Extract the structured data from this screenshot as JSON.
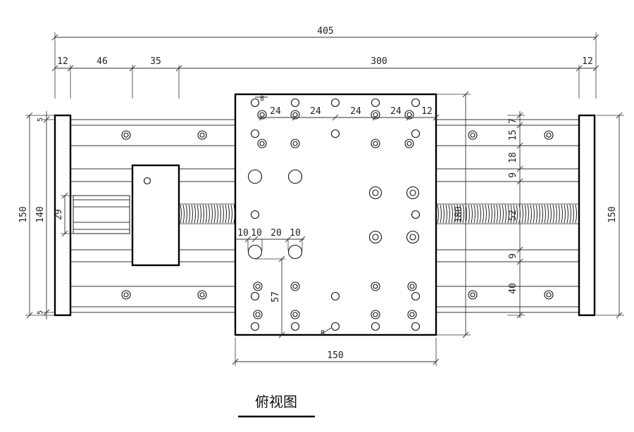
{
  "dimensions": {
    "overall_length": "405",
    "end_block_left": "12",
    "end_block_right": "12",
    "gap_46": "46",
    "slider_35": "35",
    "stroke_300": "300",
    "carriage_width": "150",
    "end_height_left": "150",
    "end_height_right": "150",
    "rail_140": "140",
    "motor_29": "29",
    "edge_5_top": "5",
    "edge_5_bottom": "5",
    "pitch_a": "24",
    "pitch_b": "24",
    "pitch_c": "24",
    "pitch_d": "24",
    "edge_12": "12",
    "corner_small": "8",
    "corner_small_bottom": "8",
    "carriage_height": "180",
    "r_7": "7",
    "r_15": "15",
    "r_18": "18",
    "r_9_top": "9",
    "r_52": "52",
    "r_9_bottom": "9",
    "r_40": "40",
    "b_10a": "10",
    "b_10b": "10",
    "b_20": "20",
    "b_10c": "10",
    "b_57": "57"
  },
  "caption": "俯视图"
}
